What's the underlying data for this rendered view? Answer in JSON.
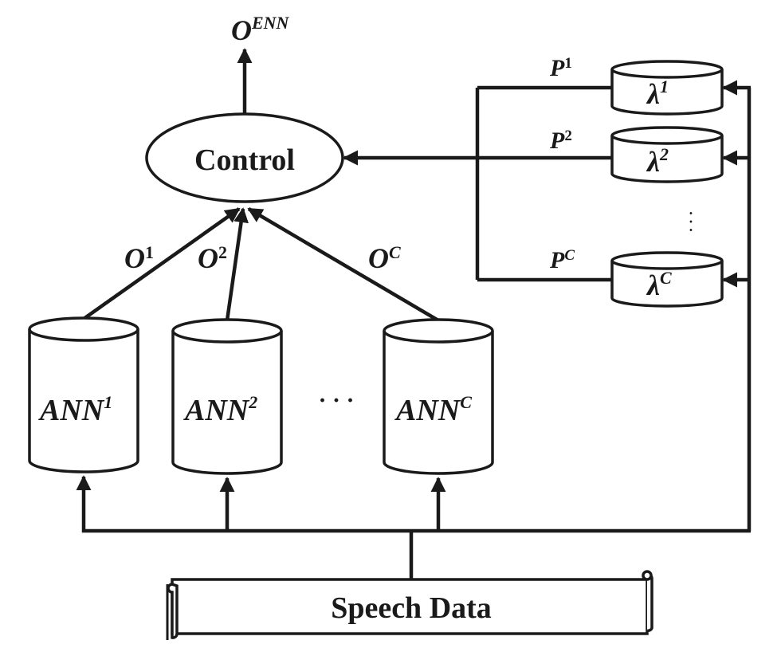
{
  "output": {
    "base": "O",
    "sup": "ENN"
  },
  "control": {
    "label": "Control"
  },
  "edges": {
    "o1": {
      "base": "O",
      "sup": "1"
    },
    "o2": {
      "base": "O",
      "sup": "2"
    },
    "oc": {
      "base": "O",
      "sup": "C"
    },
    "p1": {
      "base": "P",
      "sup": "1"
    },
    "p2": {
      "base": "P",
      "sup": "2"
    },
    "pc": {
      "base": "P",
      "sup": "C"
    }
  },
  "models": {
    "l1": {
      "base": "λ",
      "sup": "1"
    },
    "l2": {
      "base": "λ",
      "sup": "2"
    },
    "lc": {
      "base": "λ",
      "sup": "C"
    },
    "vertical_ellipsis": "·  ·  ·"
  },
  "anns": {
    "a1": {
      "base": "ANN",
      "sup": "1"
    },
    "a2": {
      "base": "ANN",
      "sup": "2"
    },
    "ac": {
      "base": "ANN",
      "sup": "C"
    },
    "ellipsis": "· · ·"
  },
  "input": {
    "label": "Speech Data"
  },
  "colors": {
    "stroke": "#1a1a1a",
    "background": "#ffffff"
  }
}
